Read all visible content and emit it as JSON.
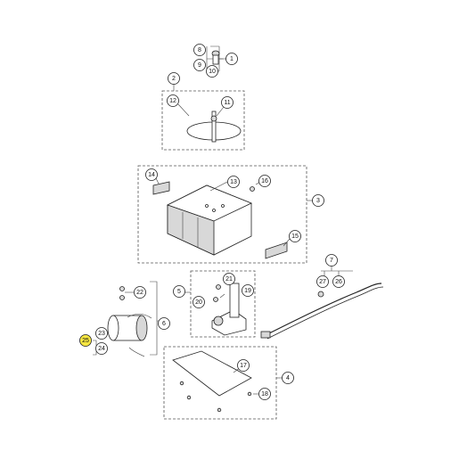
{
  "highlight_color": "#f5e642",
  "callouts": [
    {
      "id": "c1",
      "label": "1"
    },
    {
      "id": "c2",
      "label": "2"
    },
    {
      "id": "c3",
      "label": "3"
    },
    {
      "id": "c4",
      "label": "4"
    },
    {
      "id": "c5",
      "label": "5"
    },
    {
      "id": "c6",
      "label": "6"
    },
    {
      "id": "c7",
      "label": "7"
    },
    {
      "id": "c8",
      "label": "8"
    },
    {
      "id": "c9",
      "label": "9"
    },
    {
      "id": "c10",
      "label": "10"
    },
    {
      "id": "c11",
      "label": "11"
    },
    {
      "id": "c12",
      "label": "12"
    },
    {
      "id": "c13",
      "label": "13"
    },
    {
      "id": "c14",
      "label": "14"
    },
    {
      "id": "c15",
      "label": "15"
    },
    {
      "id": "c16",
      "label": "16"
    },
    {
      "id": "c17",
      "label": "17"
    },
    {
      "id": "c18",
      "label": "18"
    },
    {
      "id": "c19",
      "label": "19"
    },
    {
      "id": "c20",
      "label": "20"
    },
    {
      "id": "c21",
      "label": "21"
    },
    {
      "id": "c22",
      "label": "22"
    },
    {
      "id": "c23",
      "label": "23"
    },
    {
      "id": "c24",
      "label": "24"
    },
    {
      "id": "c25",
      "label": "25",
      "highlighted": true
    },
    {
      "id": "c26",
      "label": "26"
    },
    {
      "id": "c27",
      "label": "27"
    }
  ]
}
